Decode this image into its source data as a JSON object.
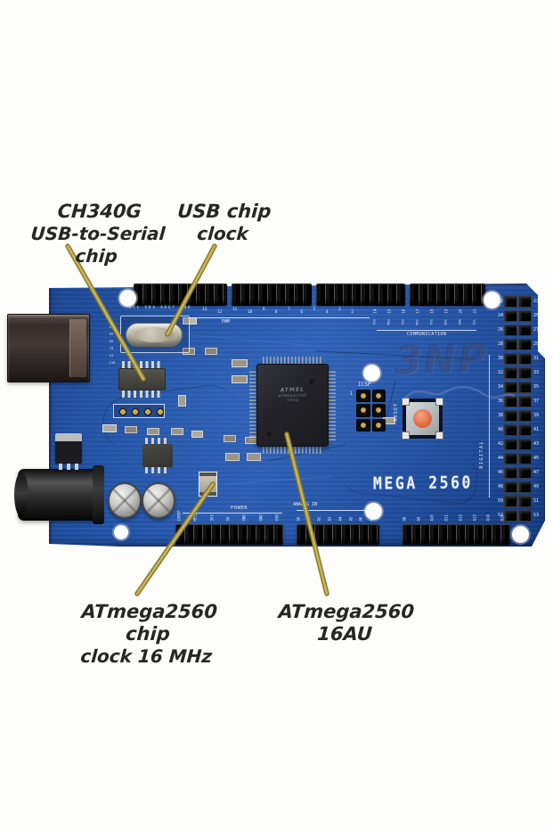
{
  "annotations": {
    "ch340": {
      "line1": "CH340G",
      "line2": "USB-to-Serial chip"
    },
    "usb_clock": {
      "line1": "USB chip",
      "line2": "clock"
    },
    "atmega_clock": {
      "line1": "ATmega2560 chip",
      "line2": "clock 16 MHz"
    },
    "atmega": {
      "line1": "ATmega2560 16AU"
    }
  },
  "board": {
    "model_label": "MEGA 2560",
    "watermark": "3NP",
    "labels": {
      "communication": "COMMUNICATION",
      "digital": "DIGITAL",
      "power": "POWER",
      "analog_in": "ANALOG IN",
      "pwm": "PWM",
      "icsp": "ICSP",
      "icsp_pin1": "1",
      "reset": "RESET"
    },
    "chip": {
      "brand": "ATMEL",
      "part": "ATMEGA2560",
      "package": "16AU"
    },
    "silkscreen": {
      "top_microtext": "SCL SDA AREF GND",
      "left_refs": [
        "C8",
        "R3",
        "R2",
        "C9",
        "X1",
        "C10"
      ]
    },
    "pins": {
      "pwm_numbers": [
        "13",
        "12",
        "11",
        "10",
        "9",
        "8",
        "7",
        "6",
        "5",
        "4",
        "3",
        "2"
      ],
      "comm_numbers": [
        "14",
        "15",
        "16",
        "17",
        "18",
        "19",
        "20",
        "21"
      ],
      "comm_names": [
        "TX3",
        "RX3",
        "TX2",
        "RX2",
        "TX1",
        "RX1",
        "SDA",
        "SCL"
      ],
      "power_names": [
        "IOREF",
        "RESET",
        "3V3",
        "5V",
        "GND",
        "GND",
        "VIN"
      ],
      "analog1_names": [
        "A0",
        "A1",
        "A2",
        "A3",
        "A4",
        "A5",
        "A6",
        "A7"
      ],
      "analog2_names": [
        "A8",
        "A9",
        "A10",
        "A11",
        "A12",
        "A13",
        "A14",
        "A15"
      ],
      "digital_rows": [
        {
          "l": "22",
          "r": "23"
        },
        {
          "l": "24",
          "r": "25"
        },
        {
          "l": "26",
          "r": "27"
        },
        {
          "l": "28",
          "r": "29"
        },
        {
          "l": "30",
          "r": "31"
        },
        {
          "l": "32",
          "r": "33"
        },
        {
          "l": "34",
          "r": "35"
        },
        {
          "l": "36",
          "r": "37"
        },
        {
          "l": "38",
          "r": "39"
        },
        {
          "l": "40",
          "r": "41"
        },
        {
          "l": "42",
          "r": "43"
        },
        {
          "l": "44",
          "r": "45"
        },
        {
          "l": "46",
          "r": "47"
        },
        {
          "l": "48",
          "r": "49"
        },
        {
          "l": "50",
          "r": "51"
        },
        {
          "l": "52",
          "r": "53"
        }
      ]
    }
  },
  "colors": {
    "pcb_blue": "#2154a8",
    "pcb_blue_dark": "#153a78",
    "silk": "#e8eef8",
    "gold_dark": "#8d7b2e",
    "gold_light": "#c9b75a",
    "text_ink": "#262626",
    "reset_orange": "#e06a41",
    "header_black": "#0b0b0b"
  }
}
